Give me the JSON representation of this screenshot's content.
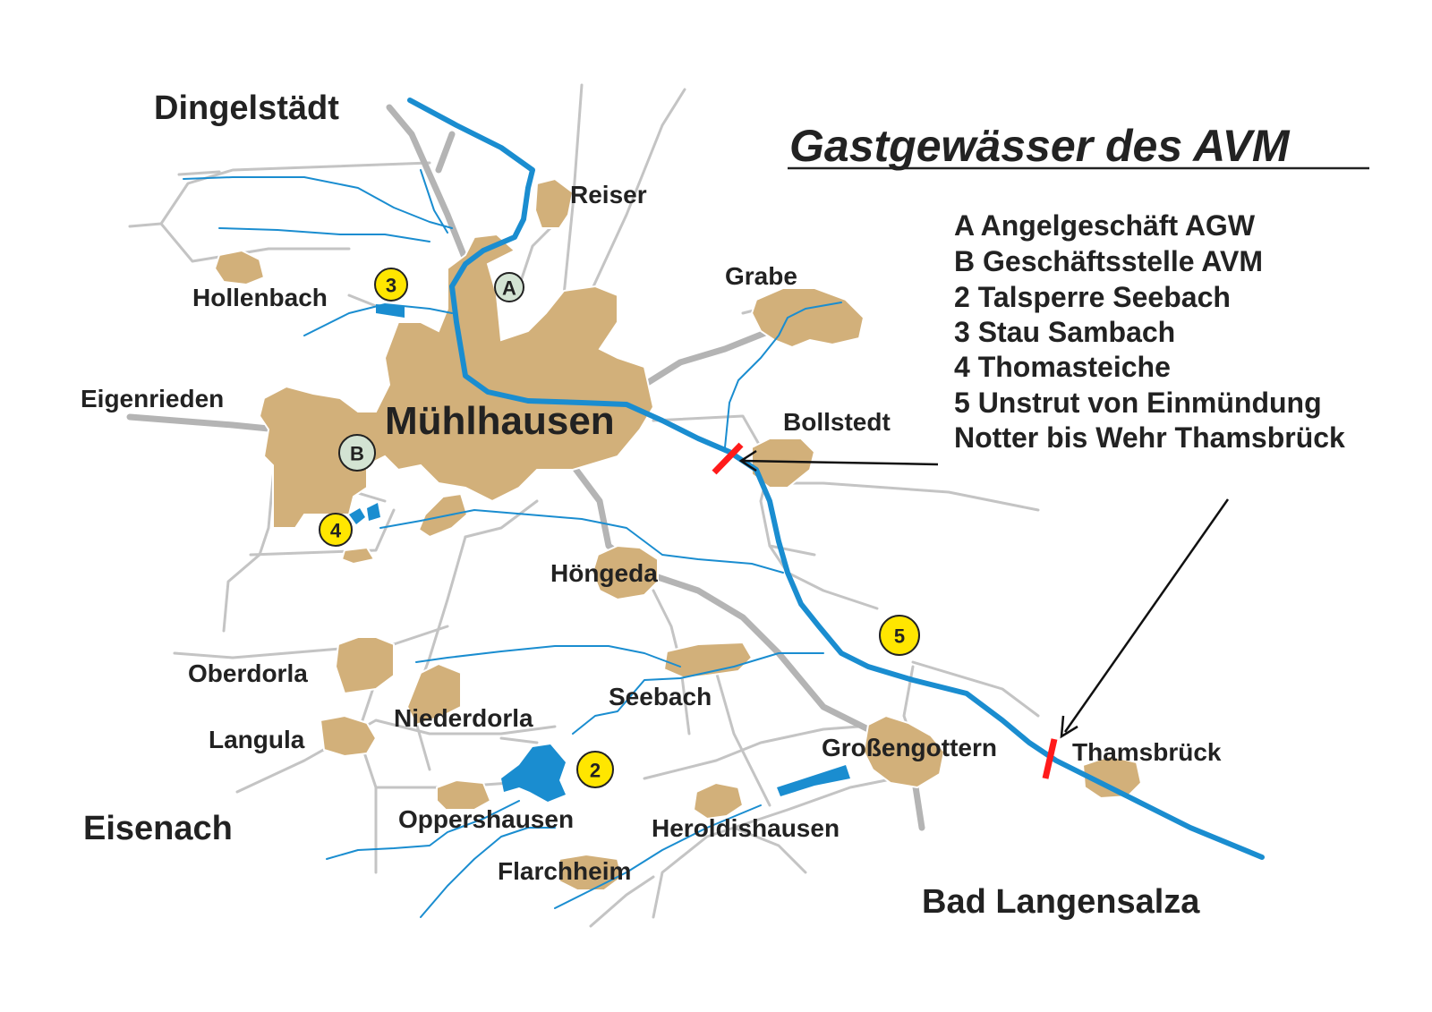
{
  "title": "Gastgewässer des AVM",
  "legend": [
    "A  Angelgeschäft AGW",
    "B  Geschäftsstelle AVM",
    "2  Talsperre Seebach",
    "3  Stau Sambach",
    "4  Thomasteiche",
    "5  Unstrut von Einmündung",
    "Notter bis Wehr Thamsbrück"
  ],
  "places": {
    "dingelstaedt": "Dingelstädt",
    "reiser": "Reiser",
    "grabe": "Grabe",
    "hollenbach": "Hollenbach",
    "eigenrieden": "Eigenrieden",
    "muehlhausen": "Mühlhausen",
    "bollstedt": "Bollstedt",
    "hoengeda": "Höngeda",
    "oberdorla": "Oberdorla",
    "niederdorla": "Niederdorla",
    "seebach": "Seebach",
    "langula": "Langula",
    "grossengottern": "Großengottern",
    "thamsbrueck": "Thamsbrück",
    "eisenach": "Eisenach",
    "oppershausen": "Oppershausen",
    "heroldishausen": "Heroldishausen",
    "flarchheim": "Flarchheim",
    "bad_langensalza": "Bad Langensalza"
  },
  "markers": {
    "A": "A",
    "B": "B",
    "m2": "2",
    "m3": "3",
    "m4": "4",
    "m5": "5"
  },
  "colors": {
    "town": "#d2b07a",
    "water": "#1a8dd0",
    "road": "#b4b4b4",
    "weir": "#ff1a1a",
    "badge_yellow": "#ffe600",
    "badge_green": "#d3e3d3"
  }
}
